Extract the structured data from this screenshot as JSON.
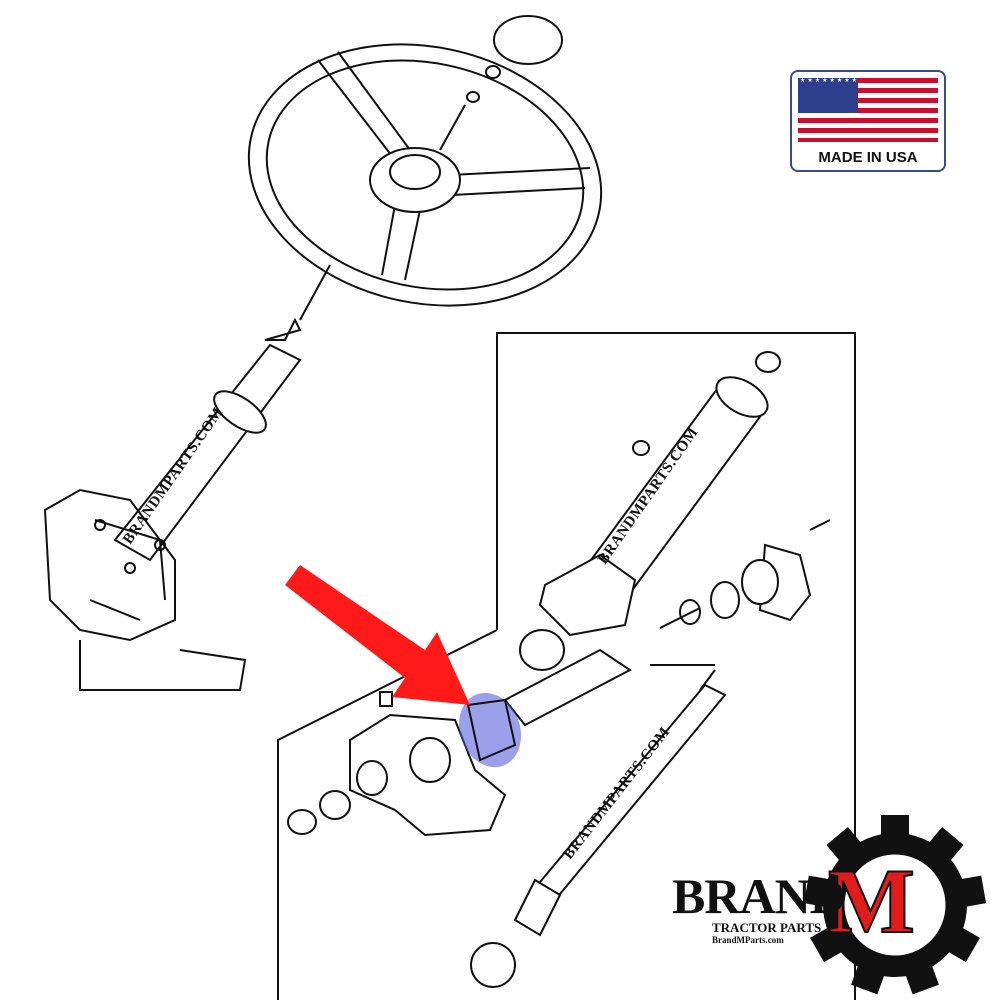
{
  "badge": {
    "text": "MADE IN USA",
    "flag_icon": "us-flag-icon"
  },
  "shaft_labels": [
    "BRANDMPARTS.COM",
    "BRANDMPARTS.COM",
    "BRANDMPARTS.COM"
  ],
  "logo": {
    "brand": "BRAND",
    "letter": "M",
    "tagline": "TRACTOR PARTS",
    "website": "BrandMParts.com"
  },
  "colors": {
    "arrow": "#ff1a1a",
    "highlight": "#4a50d8",
    "logo_red": "#e21b1b"
  }
}
